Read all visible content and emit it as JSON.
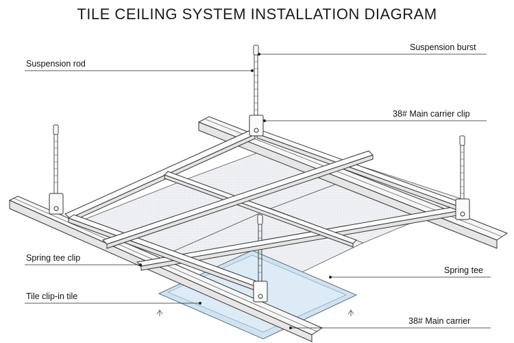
{
  "title": "TILE CEILING SYSTEM INSTALLATION DIAGRAM",
  "labels": {
    "suspension_burst": "Suspension burst",
    "suspension_rod": "Suspension rod",
    "main_carrier_clip": "38# Main carrier clip",
    "spring_tee_clip": "Spring tee clip",
    "spring_tee": "Spring tee",
    "tile_clip_in_tile": "Tile clip-in tile",
    "main_carrier": "38# Main carrier"
  },
  "colors": {
    "line": "#333333",
    "metal_face": "#f4f4f4",
    "tile_gray": "#e6e9ee",
    "tile_blue": "#cfe3f2",
    "rod": "#555555"
  }
}
